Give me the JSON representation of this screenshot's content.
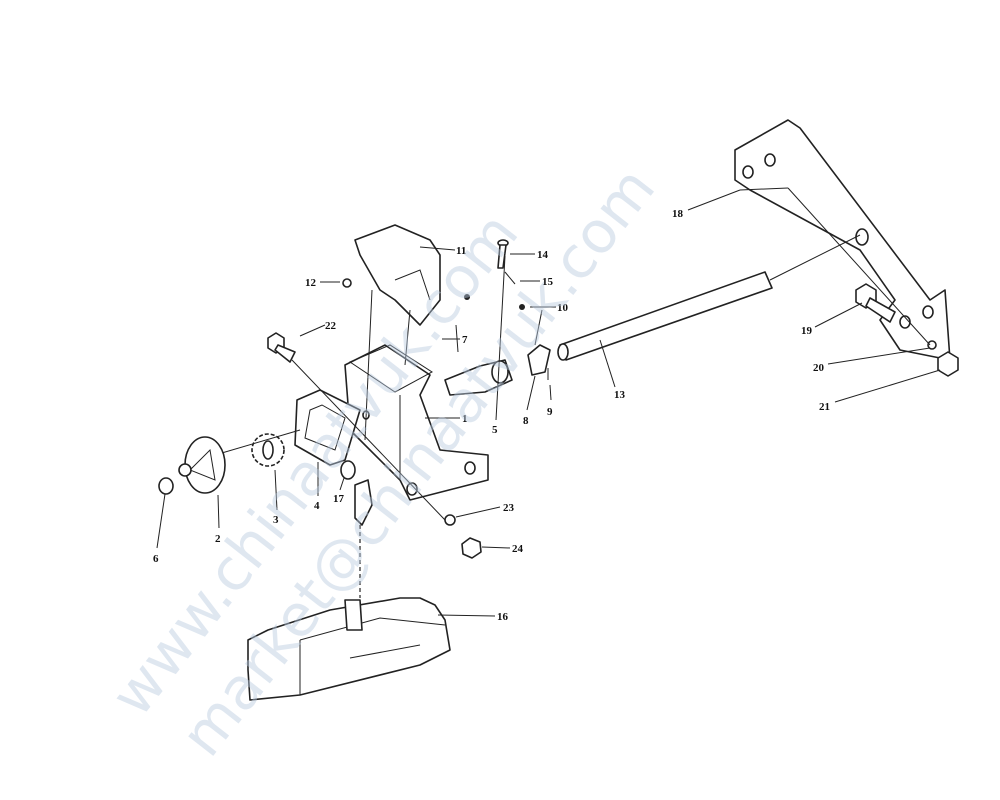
{
  "diagram": {
    "type": "exploded-parts-diagram",
    "callouts": [
      "1",
      "2",
      "3",
      "4",
      "5",
      "6",
      "7",
      "8",
      "9",
      "10",
      "11",
      "12",
      "13",
      "14",
      "15",
      "16",
      "17",
      "18",
      "19",
      "20",
      "21",
      "22",
      "23",
      "24"
    ],
    "watermark": [
      "www.chinaatvuk.com",
      "market@chinaatvuk.com"
    ]
  }
}
